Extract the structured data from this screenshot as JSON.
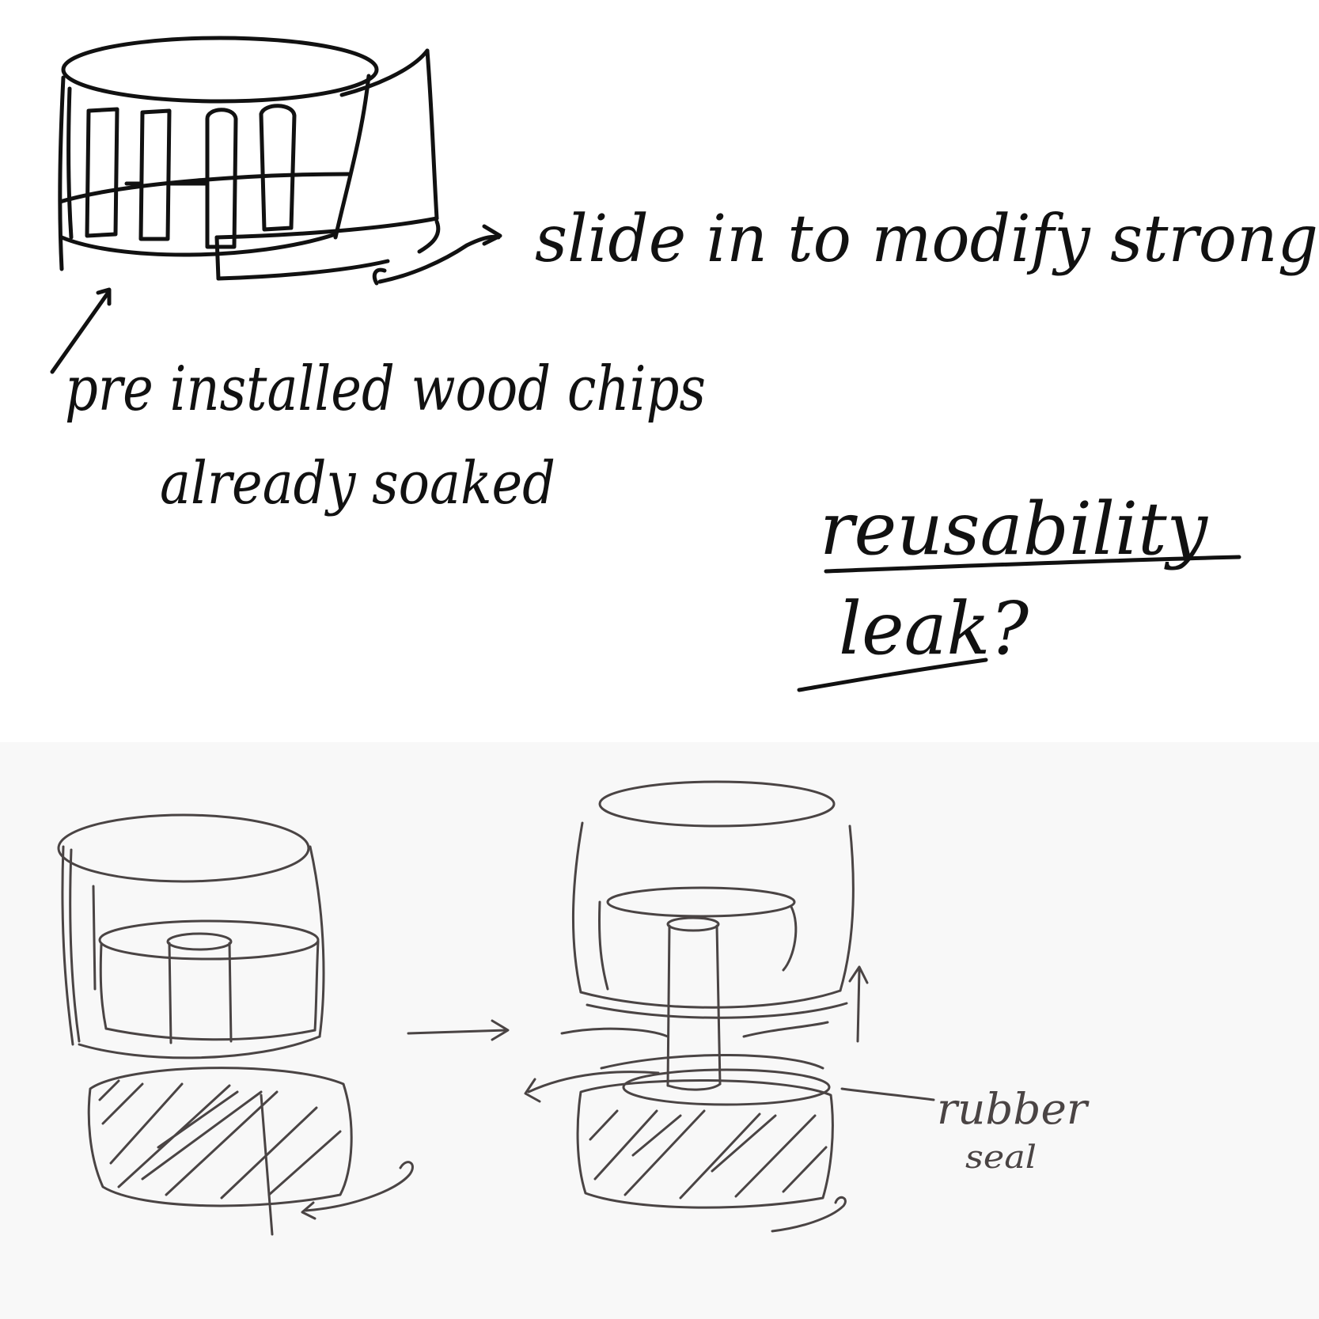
{
  "sketch_top": {
    "annotation_slide": "slide in to modify strong",
    "annotation_chips_line1": "pre installed wood chips",
    "annotation_chips_line2": "already soaked"
  },
  "notes": {
    "reusability": "reusability",
    "leak": "leak?"
  },
  "sketch_bottom": {
    "annotation_rubber_line1": "rubber",
    "annotation_rubber_line2": "seal"
  },
  "colors": {
    "ink_dark": "#111111",
    "ink_pencil": "#4a4444",
    "paper": "#ffffff",
    "paper_lower": "#f8f8f8"
  }
}
